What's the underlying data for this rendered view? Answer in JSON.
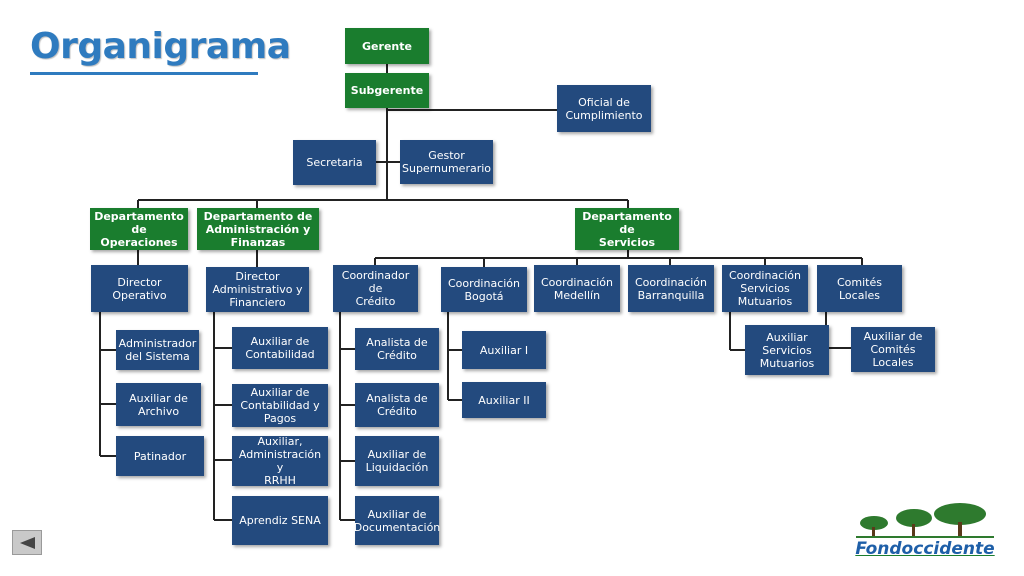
{
  "slide": {
    "title": "Organigrama"
  },
  "colors": {
    "title": "#2f7bbf",
    "green_box": "#1a7d2e",
    "blue_box": "#234a7e",
    "line": "#222222"
  },
  "org": {
    "gerente": "Gerente",
    "subgerente": "Subgerente",
    "oficial": "Oficial de\nCumplimiento",
    "secretaria": "Secretaria",
    "gestor": "Gestor\nSupernumerario",
    "dept_operaciones": "Departamento  de\nOperaciones",
    "dept_admin": "Departamento de\nAdministración y\nFinanzas",
    "dept_servicios": "Departamento de\nServicios",
    "director_operativo": "Director Operativo",
    "director_admin": "Director\nAdministrativo y\nFinanciero",
    "coord_credito": "Coordinador de\nCrédito",
    "coord_bogota": "Coordinación\nBogotá",
    "coord_medellin": "Coordinación\nMedellín",
    "coord_barranquilla": "Coordinación\nBarranquilla",
    "coord_mutuarios": "Coordinación\nServicios\nMutuarios",
    "comites_locales": "Comités Locales",
    "admin_sistema": "Administrador\ndel Sistema",
    "aux_archivo": "Auxiliar de\nArchivo",
    "patinador": "Patinador",
    "aux_contabilidad": "Auxiliar  de\nContabilidad",
    "aux_cont_pagos": "Auxiliar de\nContabilidad y\nPagos",
    "aux_admin_rrhh": "Auxiliar,\nAdministración y\nRRHH",
    "aprendiz": "Aprendiz SENA",
    "analista1": "Analista de\nCrédito",
    "analista2": "Analista de\nCrédito",
    "aux_liquidacion": "Auxiliar de\nLiquidación",
    "aux_documentacion": "Auxiliar de\nDocumentación",
    "auxiliar1": "Auxiliar I",
    "auxiliar2": "Auxiliar II",
    "aux_serv_mutuarios": "Auxiliar Servicios\nMutuarios",
    "aux_comites": "Auxiliar de\nComités Locales"
  },
  "navigation": {
    "back_icon": "triangle-left-icon"
  },
  "logo": {
    "text": "Fondoccidente",
    "tree_icon": "trees-icon"
  }
}
